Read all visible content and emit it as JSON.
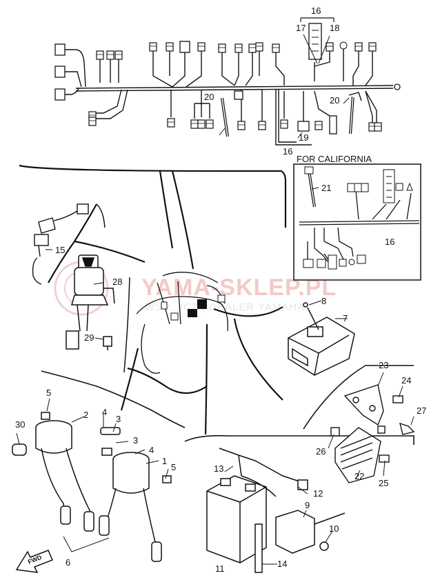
{
  "california_box": {
    "title": "FOR CALIFORNIA"
  },
  "watermark": {
    "text": "YAMA-SKLEP.PL",
    "subtext": "WSP...ICZ | DEALER YAMAHA"
  },
  "fwd_label": "FWD",
  "callouts": [
    {
      "id": "c1",
      "text": "1"
    },
    {
      "id": "c2",
      "text": "2"
    },
    {
      "id": "c3a",
      "text": "3"
    },
    {
      "id": "c3b",
      "text": "3"
    },
    {
      "id": "c4a",
      "text": "4"
    },
    {
      "id": "c4b",
      "text": "4"
    },
    {
      "id": "c5a",
      "text": "5"
    },
    {
      "id": "c5b",
      "text": "5"
    },
    {
      "id": "c6",
      "text": "6"
    },
    {
      "id": "c7",
      "text": "7"
    },
    {
      "id": "c8",
      "text": "8"
    },
    {
      "id": "c9",
      "text": "9"
    },
    {
      "id": "c10",
      "text": "10"
    },
    {
      "id": "c11",
      "text": "11"
    },
    {
      "id": "c12",
      "text": "12"
    },
    {
      "id": "c13",
      "text": "13"
    },
    {
      "id": "c14",
      "text": "14"
    },
    {
      "id": "c15",
      "text": "15"
    },
    {
      "id": "c16a",
      "text": "16"
    },
    {
      "id": "c16b",
      "text": "16"
    },
    {
      "id": "c16c",
      "text": "16"
    },
    {
      "id": "c17",
      "text": "17"
    },
    {
      "id": "c18",
      "text": "18"
    },
    {
      "id": "c19",
      "text": "19"
    },
    {
      "id": "c20a",
      "text": "20"
    },
    {
      "id": "c20b",
      "text": "20"
    },
    {
      "id": "c21",
      "text": "21"
    },
    {
      "id": "c22",
      "text": "22"
    },
    {
      "id": "c23",
      "text": "23"
    },
    {
      "id": "c24",
      "text": "24"
    },
    {
      "id": "c25",
      "text": "25"
    },
    {
      "id": "c26",
      "text": "26"
    },
    {
      "id": "c27",
      "text": "27"
    },
    {
      "id": "c28",
      "text": "28"
    },
    {
      "id": "c29",
      "text": "29"
    },
    {
      "id": "c30",
      "text": "30"
    }
  ]
}
